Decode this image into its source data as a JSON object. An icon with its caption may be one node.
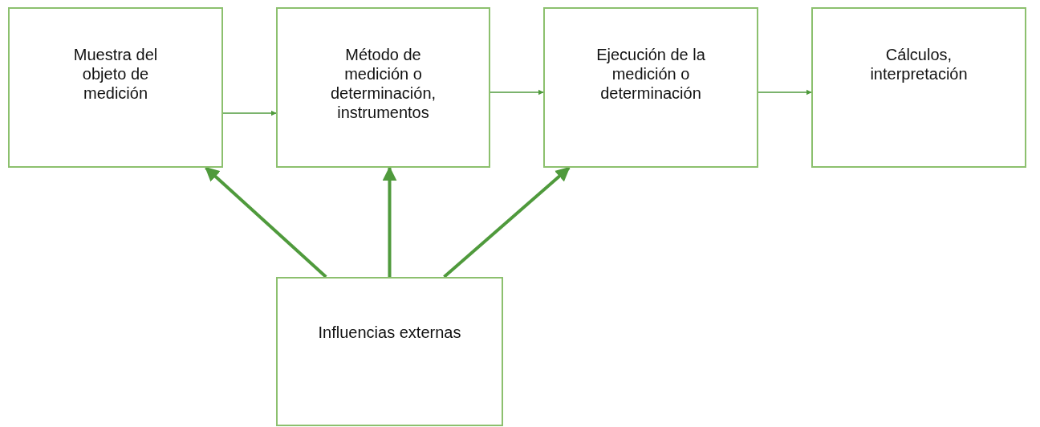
{
  "diagram": {
    "nodes": [
      {
        "text": [
          "Muestra del objeto de medición"
        ]
      },
      {
        "text": [
          "Método de medición o determinación, instrumentos"
        ]
      },
      {
        "text": [
          "Ejecución de la medición o determinación"
        ]
      },
      {
        "text": [
          "Cálculos, interpretación"
        ]
      },
      {
        "text": [
          "Influencias externas"
        ]
      }
    ],
    "edges": [
      {
        "from": 0,
        "to": 1,
        "arrow": "to"
      },
      {
        "from": 1,
        "to": 2,
        "arrow": "to"
      },
      {
        "from": 2,
        "to": 3,
        "arrow": "to"
      },
      {
        "from": 4,
        "to": 0,
        "arrow": "to",
        "style": "thick"
      },
      {
        "from": 4,
        "to": 1,
        "arrow": "to",
        "style": "thick"
      },
      {
        "from": 4,
        "to": 2,
        "arrow": "to",
        "style": "thick"
      }
    ]
  }
}
